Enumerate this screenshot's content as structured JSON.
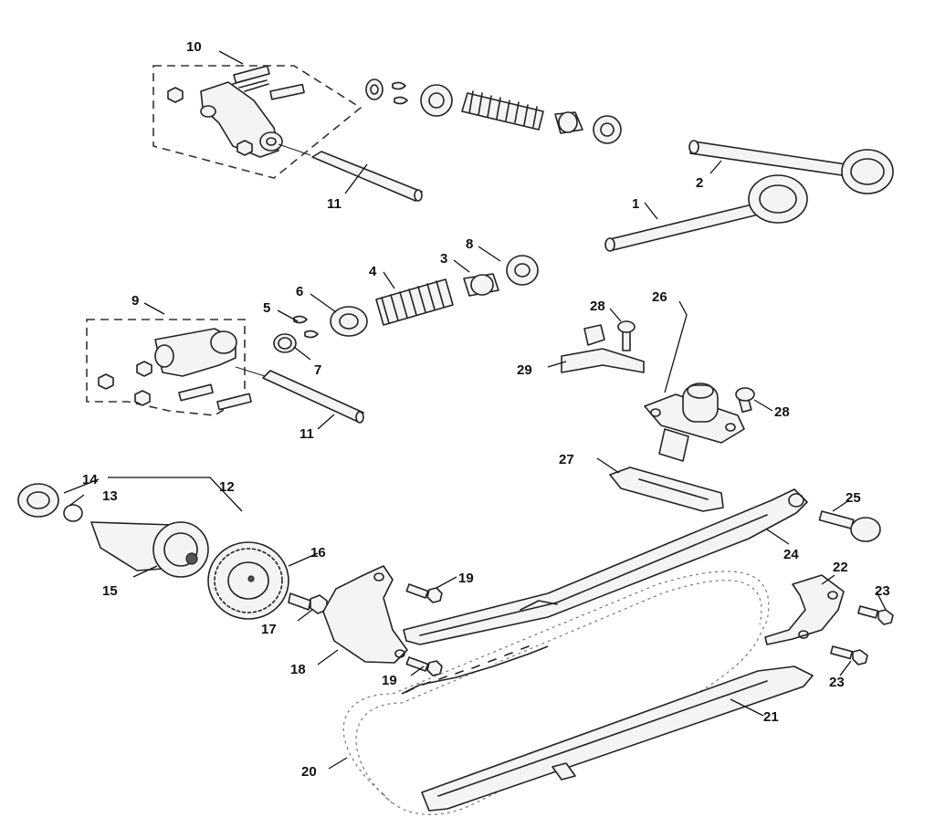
{
  "callouts": [
    {
      "id": "1",
      "text": "1"
    },
    {
      "id": "2",
      "text": "2"
    },
    {
      "id": "3",
      "text": "3"
    },
    {
      "id": "4",
      "text": "4"
    },
    {
      "id": "5",
      "text": "5"
    },
    {
      "id": "6",
      "text": "6"
    },
    {
      "id": "7",
      "text": "7"
    },
    {
      "id": "8",
      "text": "8"
    },
    {
      "id": "9",
      "text": "9"
    },
    {
      "id": "10",
      "text": "10"
    },
    {
      "id": "11a",
      "text": "11"
    },
    {
      "id": "11b",
      "text": "11"
    },
    {
      "id": "12",
      "text": "12"
    },
    {
      "id": "13",
      "text": "13"
    },
    {
      "id": "14",
      "text": "14"
    },
    {
      "id": "15",
      "text": "15"
    },
    {
      "id": "16",
      "text": "16"
    },
    {
      "id": "17",
      "text": "17"
    },
    {
      "id": "18",
      "text": "18"
    },
    {
      "id": "19a",
      "text": "19"
    },
    {
      "id": "19b",
      "text": "19"
    },
    {
      "id": "20",
      "text": "20"
    },
    {
      "id": "21",
      "text": "21"
    },
    {
      "id": "22",
      "text": "22"
    },
    {
      "id": "23a",
      "text": "23"
    },
    {
      "id": "23b",
      "text": "23"
    },
    {
      "id": "24",
      "text": "24"
    },
    {
      "id": "25",
      "text": "25"
    },
    {
      "id": "26",
      "text": "26"
    },
    {
      "id": "27",
      "text": "27"
    },
    {
      "id": "28a",
      "text": "28"
    },
    {
      "id": "28b",
      "text": "28"
    },
    {
      "id": "29",
      "text": "29"
    }
  ]
}
